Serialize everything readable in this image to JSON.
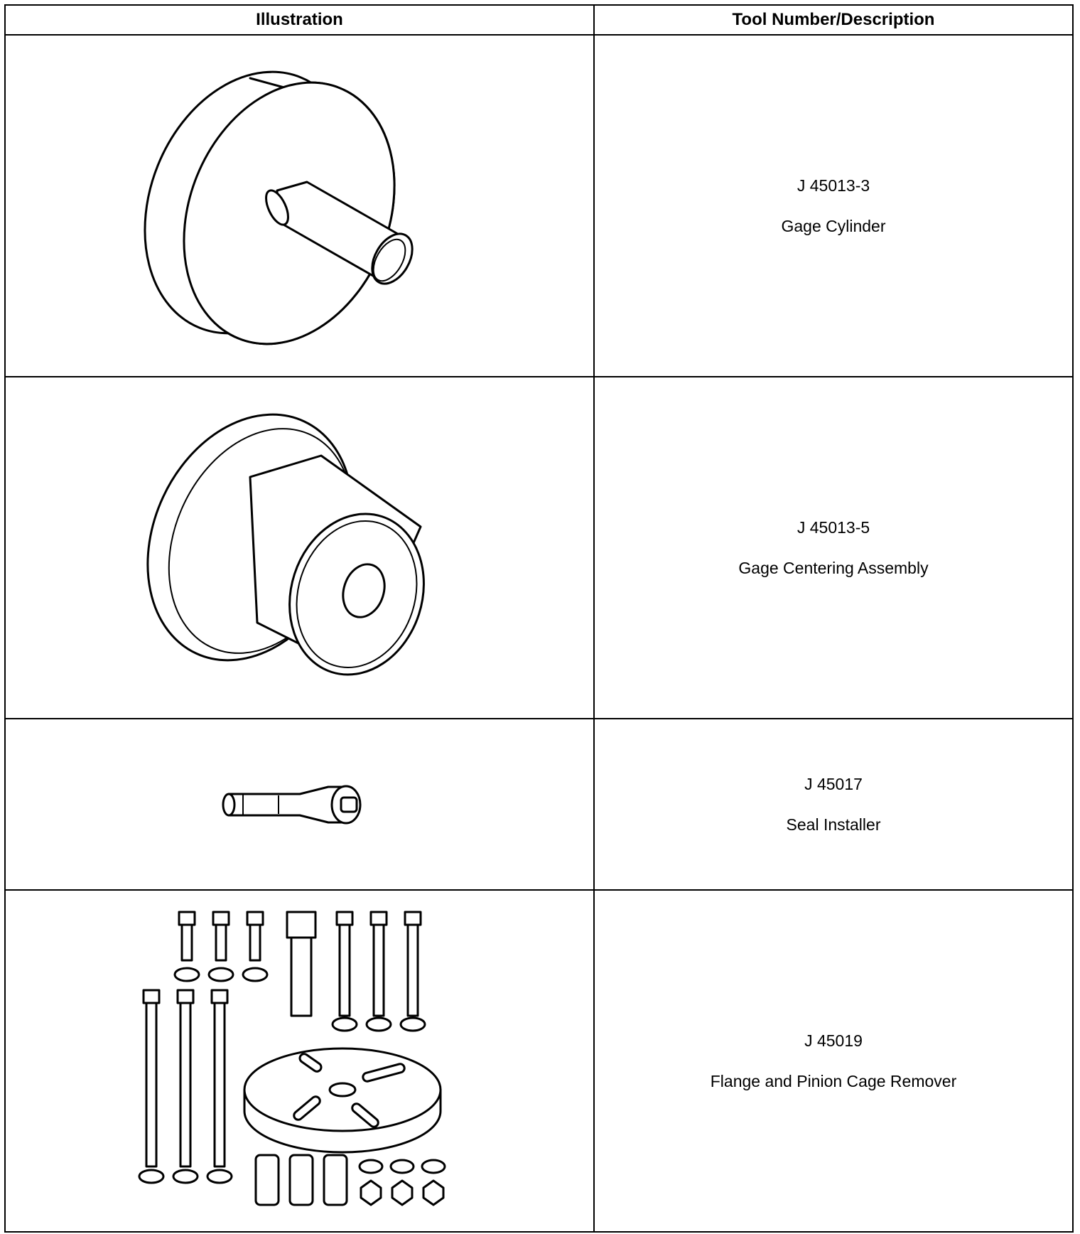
{
  "table": {
    "headers": [
      "Illustration",
      "Tool Number/Description"
    ],
    "rows": [
      {
        "number": "J 45013-3",
        "description": "Gage Cylinder",
        "illustration": "gage-cylinder"
      },
      {
        "number": "J 45013-5",
        "description": "Gage Centering Assembly",
        "illustration": "gage-centering-assembly"
      },
      {
        "number": "J 45017",
        "description": "Seal Installer",
        "illustration": "seal-installer"
      },
      {
        "number": "J 45019",
        "description": "Flange and Pinion Cage Remover",
        "illustration": "flange-pinion-cage-remover-kit"
      }
    ]
  }
}
